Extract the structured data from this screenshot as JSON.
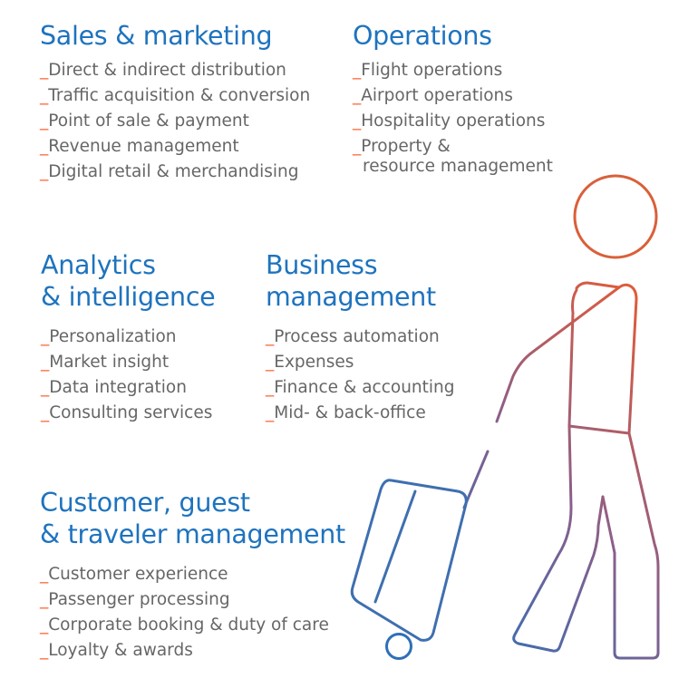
{
  "sections": {
    "sales": {
      "title": "Sales & marketing",
      "items": [
        "Direct & indirect distribution",
        "Traffic acquisition & conversion",
        "Point of sale & payment",
        "Revenue management",
        "Digital retail & merchandising"
      ]
    },
    "operations": {
      "title": "Operations",
      "items": [
        "Flight operations",
        "Airport operations",
        "Hospitality operations"
      ],
      "item_multi_line1": "Property &",
      "item_multi_line2": "resource management"
    },
    "analytics": {
      "title_line1": "Analytics",
      "title_line2": "& intelligence",
      "items": [
        "Personalization",
        "Market insight",
        "Data integration",
        "Consulting services"
      ]
    },
    "business": {
      "title_line1": "Business",
      "title_line2": "management",
      "items": [
        "Process automation",
        "Expenses",
        "Finance & accounting",
        "Mid- & back-office"
      ]
    },
    "customer": {
      "title_line1": "Customer, guest",
      "title_line2": "& traveler management",
      "items": [
        "Customer experience",
        "Passenger processing",
        "Corporate booking & duty of care",
        "Loyalty & awards"
      ]
    }
  },
  "bullet_prefix": "_",
  "colors": {
    "heading": "#1e73be",
    "item_text": "#666666",
    "bullet": "#ff6a3b",
    "illustration_start": "#2f6fb7",
    "illustration_end": "#f05a2a"
  },
  "illustration": {
    "name": "traveler-with-suitcase-icon"
  }
}
